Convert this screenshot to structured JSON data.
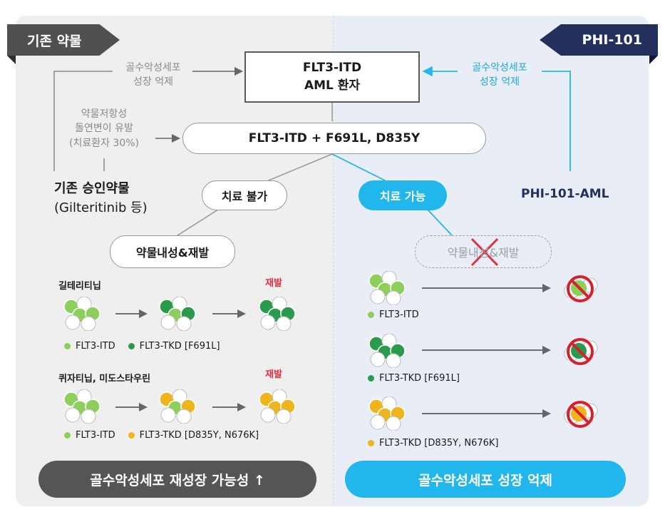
{
  "tags": {
    "left": "기존 약물",
    "right": "PHI-101"
  },
  "target_box": {
    "line1": "FLT3-ITD",
    "line2": "AML 환자"
  },
  "mutation_box": "FLT3-ITD + F691L, D835Y",
  "left_notes": {
    "growth_line1": "골수악성세포",
    "growth_line2": "성장 억제",
    "resist_line1": "약물저항성",
    "resist_line2": "돌연변이 유발",
    "resist_line3": "(치료환자 30%)"
  },
  "right_note": {
    "line1": "골수악성세포",
    "line2": "성장 억제"
  },
  "drug_old": {
    "line1": "기존 승인약물",
    "line2": "(Gilteritinib 등)"
  },
  "drug_new": "PHI-101-AML",
  "status": {
    "no_treat": "치료 불가",
    "can_treat": "치료 가능"
  },
  "resistance_pill": "약물내성&재발",
  "resistance_pill_crossed": "약물내성&재발",
  "left_examples": [
    {
      "drug": "길테리티닙",
      "relapse": "재발",
      "legend": [
        {
          "label": "FLT3-ITD",
          "color": "#8ccf5a"
        },
        {
          "label": "FLT3-TKD [F691L]",
          "color": "#2a9a4c"
        }
      ]
    },
    {
      "drug": "퀴자티닙, 미도스타우린",
      "relapse": "재발",
      "legend": [
        {
          "label": "FLT3-ITD",
          "color": "#8ccf5a"
        },
        {
          "label": "FLT3-TKD [D835Y, N676K]",
          "color": "#f0b51c"
        }
      ]
    }
  ],
  "right_examples": [
    {
      "label": "FLT3-ITD",
      "color": "#8ccf5a"
    },
    {
      "label": "FLT3-TKD [F691L]",
      "color": "#2a9a4c"
    },
    {
      "label": "FLT3-TKD [D835Y, N676K]",
      "color": "#f0b51c"
    }
  ],
  "footer": {
    "left": "골수악성세포 재성장 가능성 ↑",
    "right": "골수악성세포 성장 억제"
  },
  "colors": {
    "grey": "#555555",
    "blue": "#21b7ec",
    "navy": "#23305c",
    "red": "#e0303e"
  }
}
